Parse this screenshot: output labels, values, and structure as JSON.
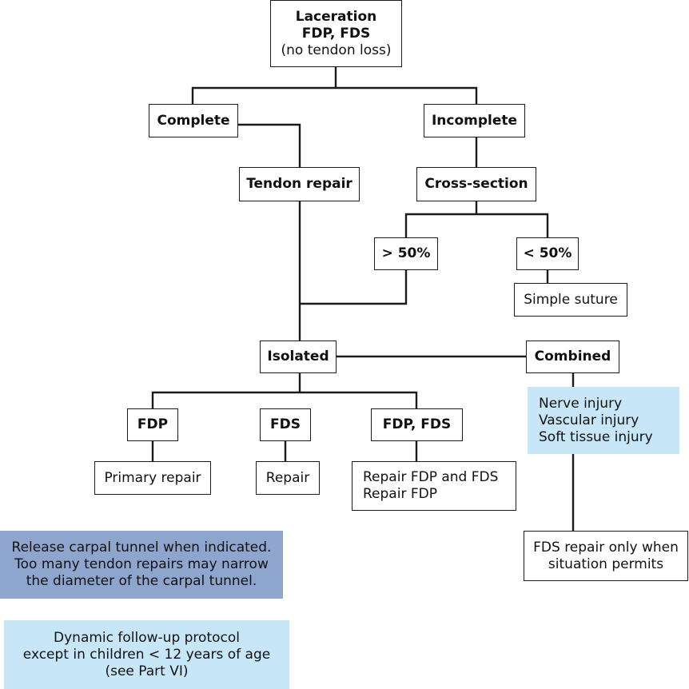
{
  "colors": {
    "line": "#1a1a1a",
    "note_light": "#c7e6f8",
    "note_dark": "#8ea5cd"
  },
  "nodes": {
    "root": {
      "lines": [
        "Laceration",
        "FDP, FDS"
      ],
      "sub": "(no tendon loss)"
    },
    "complete": {
      "label": "Complete"
    },
    "incomplete": {
      "label": "Incomplete"
    },
    "tendon_repair": {
      "label": "Tendon repair"
    },
    "cross_section": {
      "label": "Cross-section"
    },
    "gt50": {
      "label": "> 50%"
    },
    "lt50": {
      "label": "< 50%"
    },
    "simple_suture": {
      "label": "Simple suture"
    },
    "isolated": {
      "label": "Isolated"
    },
    "combined": {
      "label": "Combined"
    },
    "fdp": {
      "label": "FDP"
    },
    "fds": {
      "label": "FDS"
    },
    "fdp_fds": {
      "label": "FDP, FDS"
    },
    "primary_repair": {
      "label": "Primary repair"
    },
    "repair": {
      "label": "Repair"
    },
    "repair_both": {
      "lines": [
        "Repair FDP and FDS",
        "Repair FDP"
      ]
    },
    "fds_repair_only": {
      "lines": [
        "FDS repair only when",
        "situation permits"
      ]
    }
  },
  "notes": {
    "injuries": {
      "lines": [
        "Nerve injury",
        "Vascular injury",
        "Soft tissue injury"
      ]
    },
    "carpal": {
      "lines": [
        "Release carpal tunnel when indicated.",
        "Too many tendon repairs may narrow",
        "the diameter of the carpal tunnel."
      ]
    },
    "followup": {
      "lines": [
        "Dynamic follow-up protocol",
        "except in children < 12 years of age",
        "(see Part VI)"
      ]
    }
  }
}
